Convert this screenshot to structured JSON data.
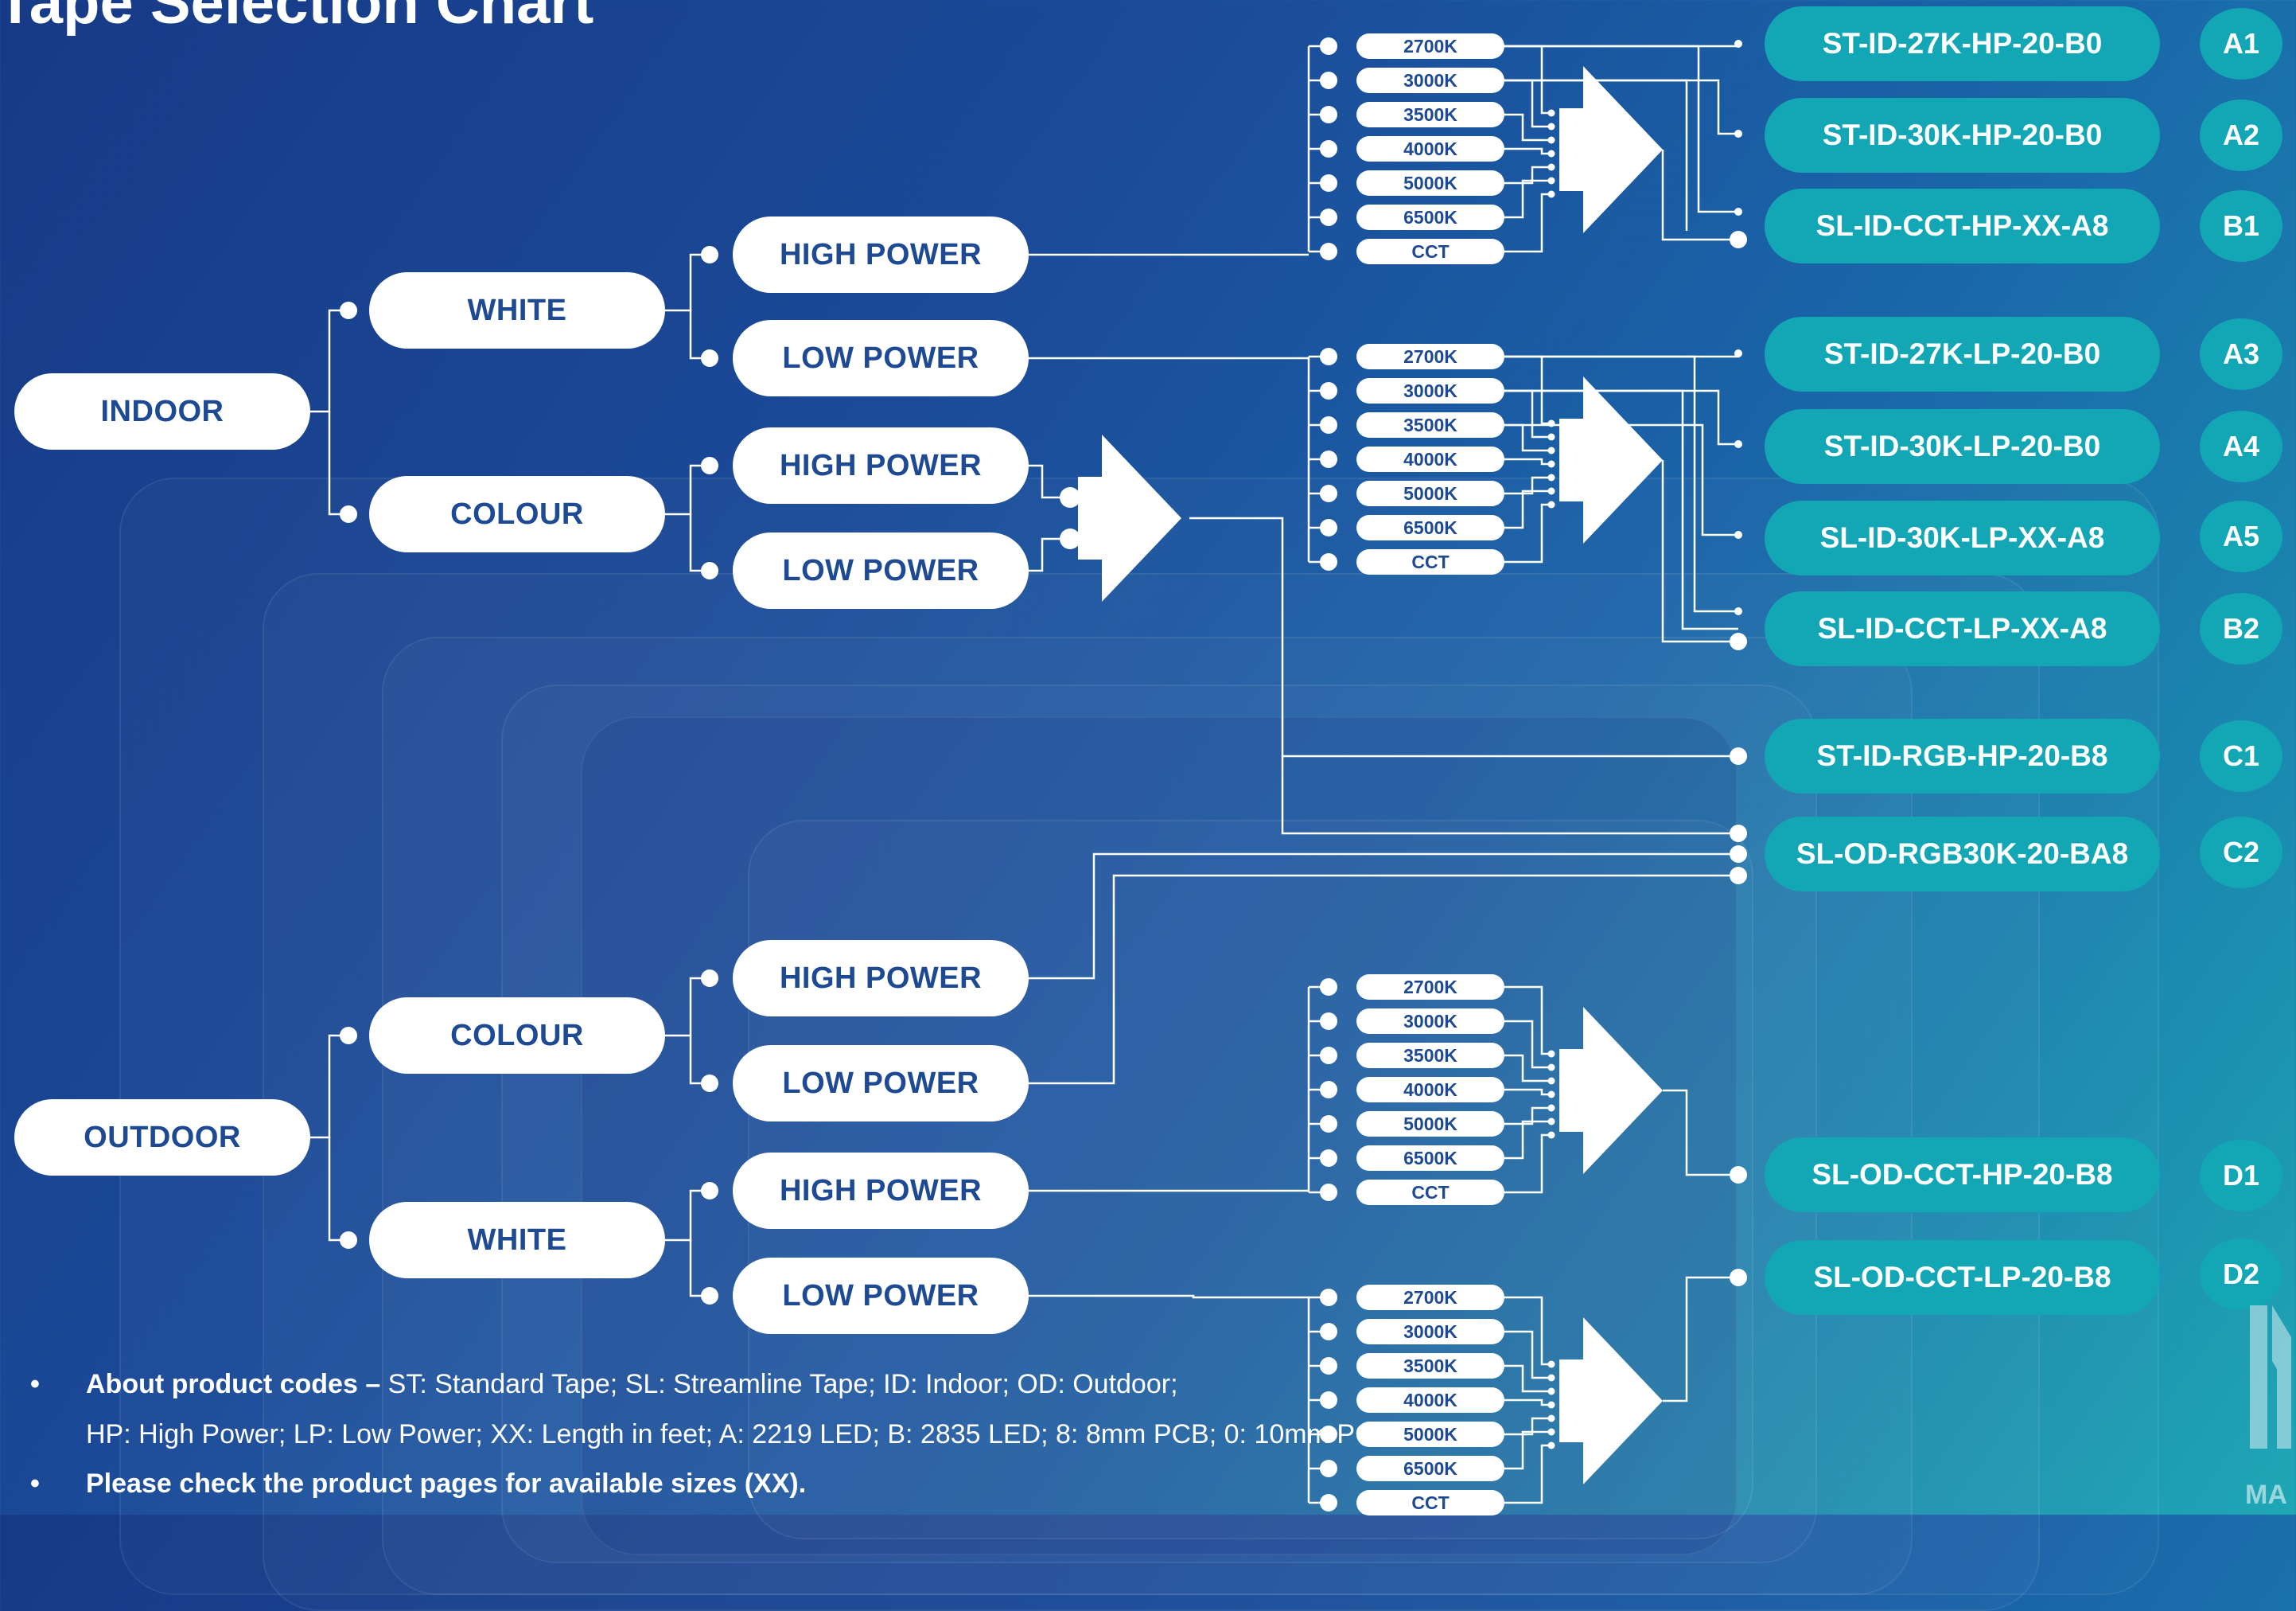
{
  "title": "Tape Selection Chart",
  "roots": {
    "indoor": "INDOOR",
    "outdoor": "OUTDOOR"
  },
  "groups": {
    "indoor_white": "WHITE",
    "indoor_colour": "COLOUR",
    "outdoor_colour": "COLOUR",
    "outdoor_white": "WHITE"
  },
  "power": {
    "indoor_white_high": "HIGH POWER",
    "indoor_white_low": "LOW POWER",
    "indoor_colour_high": "HIGH POWER",
    "indoor_colour_low": "LOW POWER",
    "outdoor_colour_high": "HIGH POWER",
    "outdoor_colour_low": "LOW POWER",
    "outdoor_white_high": "HIGH POWER",
    "outdoor_white_low": "LOW POWER"
  },
  "temperatures": [
    "2700K",
    "3000K",
    "3500K",
    "4000K",
    "5000K",
    "6500K",
    "CCT"
  ],
  "products": [
    {
      "name": "ST-ID-27K-HP-20-B0",
      "code": "A1"
    },
    {
      "name": "ST-ID-30K-HP-20-B0",
      "code": "A2"
    },
    {
      "name": "SL-ID-CCT-HP-XX-A8",
      "code": "B1"
    },
    {
      "name": "ST-ID-27K-LP-20-B0",
      "code": "A3"
    },
    {
      "name": "ST-ID-30K-LP-20-B0",
      "code": "A4"
    },
    {
      "name": "SL-ID-30K-LP-XX-A8",
      "code": "A5"
    },
    {
      "name": "SL-ID-CCT-LP-XX-A8",
      "code": "B2"
    },
    {
      "name": "ST-ID-RGB-HP-20-B8",
      "code": "C1"
    },
    {
      "name": "SL-OD-RGB30K-20-BA8",
      "code": "C2"
    },
    {
      "name": "SL-OD-CCT-HP-20-B8",
      "code": "D1"
    },
    {
      "name": "SL-OD-CCT-LP-20-B8",
      "code": "D2"
    }
  ],
  "notes": {
    "bullet": "•",
    "codes_heading": "About product codes –",
    "codes_line1": " ST: Standard Tape; SL: Streamline Tape; ID: Indoor; OD: Outdoor;",
    "codes_line2": "HP: High Power; LP: Low Power; XX: Length in feet; A: 2219 LED; B: 2835 LED; 8: 8mm PCB; 0: 10mm PCB.",
    "sizes": "Please check the product pages for available sizes (XX)."
  },
  "logo_text": "MA",
  "colors": {
    "background": "#1b4a98",
    "accent": "#13a6b5",
    "pill_text": "#1d4a93",
    "line": "#ffffff"
  }
}
